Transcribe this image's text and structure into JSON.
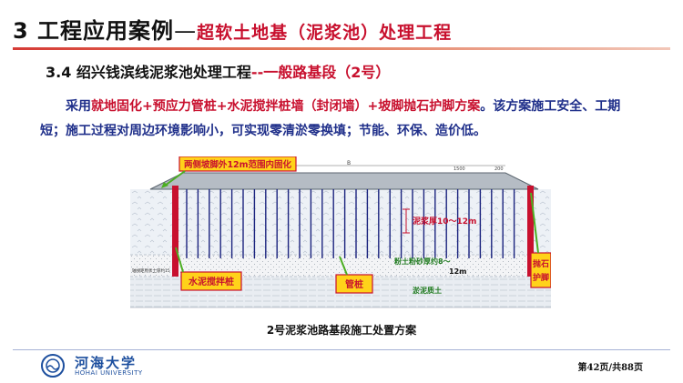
{
  "slide": {
    "title_main": "3 工程应用案例",
    "title_dash": "—",
    "title_red": "超软土地基（泥浆池）处理工程",
    "subtitle_main": "3.4  绍兴钱滨线泥浆池处理工程",
    "subtitle_red": "--一般路基段（2号）",
    "para_lead": "采用",
    "para_red": "就地固化+预应力管桩+水泥搅拌桩墙（封闭墙）+坡脚抛石护脚方案",
    "para_rest": "。该方案施工安全、工期短；施工过程对周边环境影响小，可实现零清淤零换填；节能、环保、造价低。"
  },
  "diagram": {
    "callout_top": "两侧坡脚外12m范围内固化",
    "dim_top": "B",
    "dim_1500": "1500",
    "dim_small": "200",
    "left_note": "轴线距原状土厚约15",
    "mud_thickness": "泥浆厚10～12m",
    "silty_sand_1": "粉土粉砂厚约8～",
    "silty_sand_2": "12m",
    "silt_layer": "淤泥质土",
    "label_mixing_pile": "水泥搅拌桩",
    "label_pipe_pile": "管桩",
    "label_riprap": "抛石\n护脚",
    "colors": {
      "red": "#c8102e",
      "yellow": "#ffd21a",
      "green": "#4caf22",
      "pile": "#1a237e"
    }
  },
  "caption": "2号泥浆池路基段施工处置方案",
  "footer": {
    "logo_cn": "河海大学",
    "logo_en": "HOHAI UNIVERSITY",
    "page": "第42页/共88页"
  }
}
